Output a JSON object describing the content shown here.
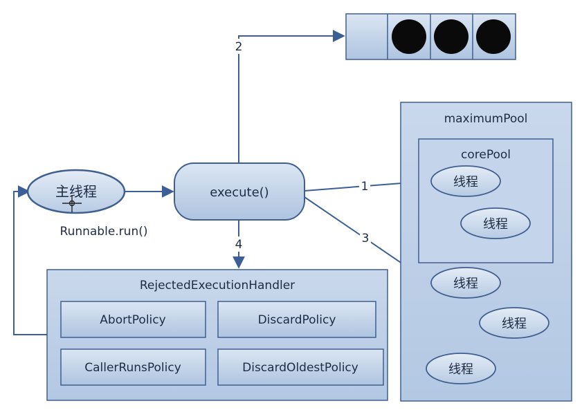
{
  "main_thread": {
    "label": "主线程",
    "caption": "Runnable.run()"
  },
  "execute": {
    "label": "execute()"
  },
  "queue": {
    "filled_slots": 3
  },
  "arrows": {
    "step1": "1",
    "step2": "2",
    "step3": "3",
    "step4": "4"
  },
  "maximum_pool": {
    "title": "maximumPool",
    "core_pool": {
      "title": "corePool",
      "threads": [
        "线程",
        "线程"
      ]
    },
    "extra_threads": [
      "线程",
      "线程",
      "线程"
    ]
  },
  "handler": {
    "title": "RejectedExecutionHandler",
    "policies": [
      "AbortPolicy",
      "DiscardPolicy",
      "CallerRunsPolicy",
      "DiscardOldestPolicy"
    ]
  },
  "colors": {
    "fill_light": "#cbd9ec",
    "fill_mid": "#a9c0de",
    "stroke": "#3f5f8f",
    "arrow": "#3b5f96",
    "text": "#1e2b44",
    "ball": "#0a0a0a"
  }
}
